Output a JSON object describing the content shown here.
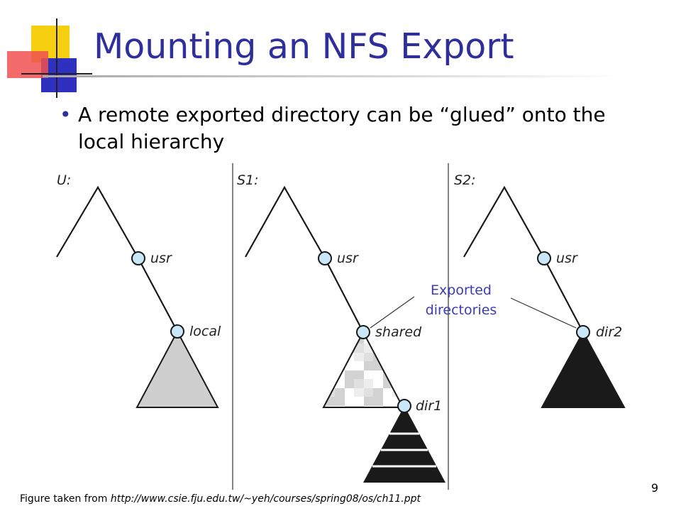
{
  "slide": {
    "title": "Mounting an NFS Export",
    "bullets": [
      "A remote exported directory can be “glued” onto the local hierarchy"
    ],
    "page_number": "9",
    "footer": {
      "prefix": "Figure taken from ",
      "url": "http://www.csie.fju.edu.tw/~yeh/courses/spring08/os/ch11.ppt"
    }
  },
  "diagram": {
    "machines": [
      {
        "name": "U:",
        "nodes": [
          "usr",
          "local"
        ]
      },
      {
        "name": "S1:",
        "nodes": [
          "usr",
          "shared",
          "dir1"
        ]
      },
      {
        "name": "S2:",
        "nodes": [
          "usr",
          "dir2"
        ]
      }
    ],
    "callout": [
      "Exported",
      "directories"
    ]
  },
  "colors": {
    "title": "#2f2f9c",
    "node_fill": "#c8e8f8",
    "local_tree_fill": "#cfcfcf",
    "dark_tree_fill": "#1a1a1a",
    "callout": "#3b3bb8"
  }
}
